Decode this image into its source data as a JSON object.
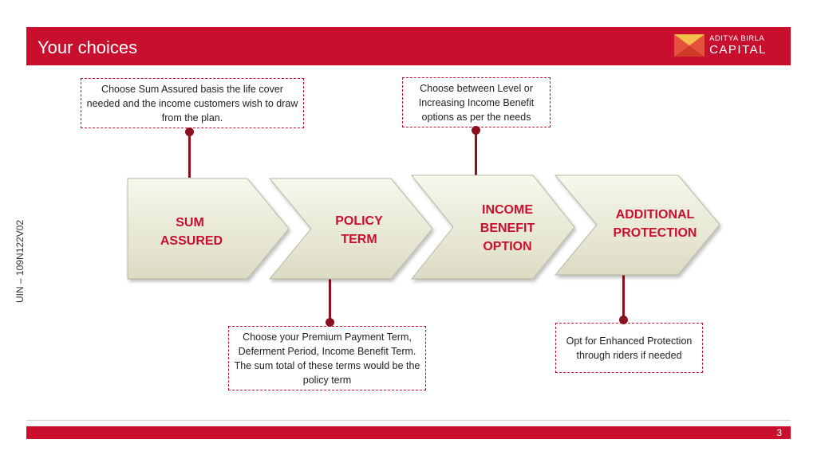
{
  "header": {
    "title": "Your choices",
    "logo_line1": "ADITYA BIRLA",
    "logo_line2": "CAPITAL"
  },
  "side_label": "UIN – 109N122V02",
  "steps": [
    {
      "line1": "SUM",
      "line2": "ASSURED",
      "line3": ""
    },
    {
      "line1": "POLICY",
      "line2": "TERM",
      "line3": ""
    },
    {
      "line1": "INCOME",
      "line2": "BENEFIT",
      "line3": "OPTION"
    },
    {
      "line1": "ADDITIONAL",
      "line2": "PROTECTION",
      "line3": ""
    }
  ],
  "callouts": {
    "sum_assured": "Choose Sum Assured basis the life cover needed and the income customers wish to draw from the plan.",
    "income_benefit": "Choose between Level or Increasing Income Benefit options as per the needs",
    "policy_term": "Choose your Premium Payment Term, Deferment Period, Income Benefit Term. The sum total of these terms would be the policy term",
    "additional_protection": "Opt for Enhanced Protection through riders if needed"
  },
  "footer": {
    "page_number": "3"
  },
  "colors": {
    "brand_red": "#c8102e",
    "connector": "#8b1020",
    "chevron_fill": "#eeeedd"
  }
}
